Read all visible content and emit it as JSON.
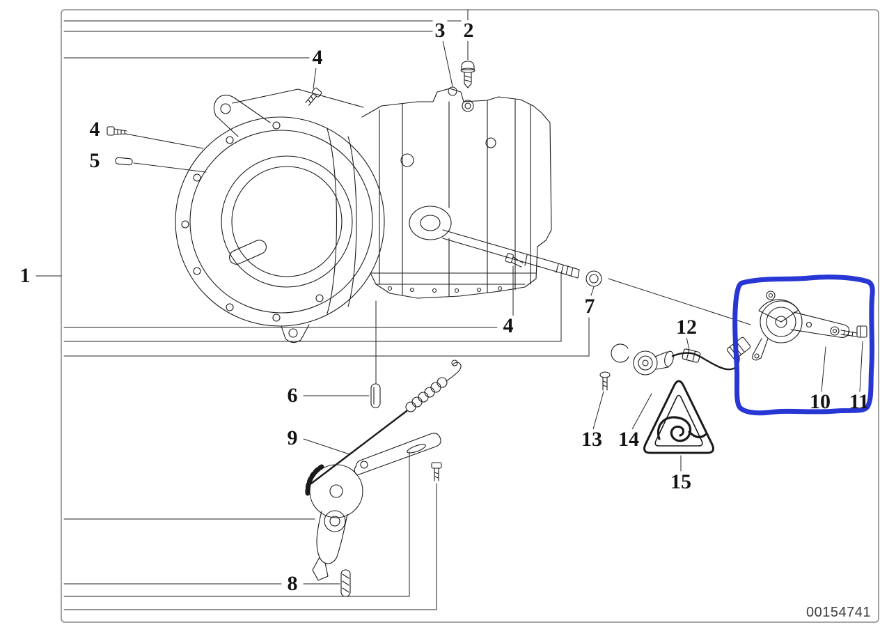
{
  "diagram": {
    "footer_id": "00154741",
    "highlight_color": "#2836d4"
  },
  "callouts": [
    {
      "label": "1"
    },
    {
      "label": "2"
    },
    {
      "label": "3"
    },
    {
      "label": "4"
    },
    {
      "label": "4"
    },
    {
      "label": "5"
    },
    {
      "label": "4"
    },
    {
      "label": "6"
    },
    {
      "label": "7"
    },
    {
      "label": "8"
    },
    {
      "label": "9"
    },
    {
      "label": "10"
    },
    {
      "label": "11"
    },
    {
      "label": "12"
    },
    {
      "label": "13"
    },
    {
      "label": "14"
    },
    {
      "label": "15"
    }
  ],
  "icons": {
    "warning_triangle": "hazard-warning-triangle"
  }
}
